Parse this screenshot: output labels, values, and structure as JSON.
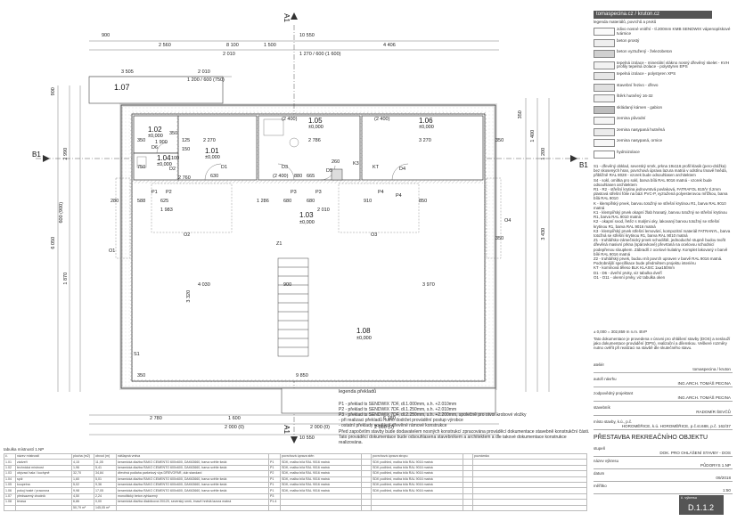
{
  "sidebar": {
    "brand": "tomaspecina.cz / kruton.cz",
    "legend_title": "legenda materiálů, povrchů a prvků",
    "legend": [
      {
        "label": "zdivo nosné vnitřní - tl.200mm KMB SENDWIX vápenopískové tvárnice",
        "color": "#fafafa"
      },
      {
        "label": "beton prostý",
        "color": "#eeeeee"
      },
      {
        "label": "beton vyztužený - železobeton",
        "color": "#d0d0d0"
      },
      {
        "label": "tepelná izolace - minerální vlákno nosný dřevěný skelet - KVH profily tepelná izolace - polystyren EPS",
        "color": "#f2f2f2"
      },
      {
        "label": "tepelná izolace - polystyren XPS",
        "color": "#e6e6e6"
      },
      {
        "label": "stavební řezivo - dřevo",
        "color": "#e0e0e0"
      },
      {
        "label": "štěrk hutněný 16-32",
        "color": "#f0f0f0"
      },
      {
        "label": "skládaný kámen - gabion",
        "color": "#bdbdbd"
      },
      {
        "label": "zemina původní",
        "color": "#f5f5f5"
      },
      {
        "label": "zemina nasypaná hutněná",
        "color": "#ebebeb"
      },
      {
        "label": "zemina nasypaná, ornice",
        "color": "#f7f7f7"
      },
      {
        "label": "hydroizolace",
        "color": "#ffffff"
      }
    ],
    "spec_text": "S1 - dřevěný obklad, severský smrk, prkna 19x116 profil klasik (pero-drážka) bez skosených hran, povrchová úprava lazura matná v odstínu tmavě hnědá, přibližně RAL 8028 - vzorek bude odsouhlasen architektem\nS4 - sokl, omítka pro sokl, barva bílá RAL 9016 matná - vzorek bude odsouhlasen architektem\nR1 - R2 - střešní krytina jednovrstvá povlaková, FATRAFOL 810/V tl.2mm plastová střešní fólie na bázi PVC-P, vyztužená polyesterovou mřížkou, barva bílá RAL 9010\nK - klempířský prvek, barvou totožný se střešní krytinou R1, barva RAL 9010 matná\nK1 - klempířský prvek okapní žlab hranatý, barvou totožný se střešní krytinou R1, barva RAL 9010 matná\nK2 - okapní svod, řetěz s malými oky, lakovaný barvou totožný se střešní krytinou R1, barva RAL 9016 matná\nK3 - klempířský prvek střešní lemování, kompozitní materiál FATRANYL, barva totožná se střešní krytinou R1, barva RAL 9010 matná\nZ1 - truhlářsko-zámečnický prvek schodiště, jednoduché stupně budou tvořit dřevěná masivní prkna (spárovkové) převrtaná na ocelovou schodnicí podepřenou sloupkem. Zábradlí z ocelové kulatiny. Komplet lakovaný v barvě bílé RAL 9016 matná\nZ2 - truhlářský prvek, budou mít povrch upraven v barvě RAL 9016 matná. Podrobnější specifikace bude předmětem projektu interiéru\nKT - komínová těleso BLK KLASIC 1x⌀150mm\nD1 - D6 - dveřní prvky, viz tabulka dveří\nO1 - O11 - okenní prvky, viz tabulka oken",
    "bpv_note": "± 0,000 = 302,859 m n.m. BVP",
    "doc_note": "Tato dokumentace je provedena v úrovni pro ohlášení stavby (DOS) a neslouží jako dokumentace provádění (DPS), realizační a dílenskou. Veškeré rozměry nutno ověřit při realizaci na stavbě dle skutečného stavu.",
    "info": [
      {
        "label": "ateliér",
        "value": "tomaspecina / kruton"
      },
      {
        "label": "autoři návrhu",
        "value": "ING.ARCH. TOMÁŠ PECINA"
      },
      {
        "label": "zodpovědný projektant",
        "value": "ING.ARCH. TOMÁŠ PECINA"
      },
      {
        "label": "stavebník",
        "value": "RADOMÍR ŠEVČŮ"
      },
      {
        "label": "místo stavby, k.ú., p.č.",
        "value": "HOROMĚŘICE, k.ú. HOROMĚŘICE, p.č.st.688, p.č. 162/37"
      }
    ],
    "project_title": "PŘESTAVBA REKREAČNÍHO OBJEKTU",
    "info2": [
      {
        "label": "stupeň",
        "value": "DOK. PRO OHLÁŠENÍ STAVBY - DOS"
      },
      {
        "label": "název výkresu",
        "value": "PŮDORYS 1.NP"
      },
      {
        "label": "datum",
        "value": "09/2018"
      },
      {
        "label": "měřítko",
        "value": "1:50"
      }
    ],
    "part_label": "č. výkresu",
    "drawing_no": "D.1.1.2"
  },
  "plan": {
    "section_a": "A1",
    "section_b": "B1",
    "rooms": [
      {
        "id": "1.07",
        "el": ""
      },
      {
        "id": "1.02",
        "el": "±0,000"
      },
      {
        "id": "1.05",
        "el": "±0,000"
      },
      {
        "id": "1.06",
        "el": "±0,000"
      },
      {
        "id": "1.01",
        "el": "±0,000"
      },
      {
        "id": "1.04",
        "el": "±0,000"
      },
      {
        "id": "1.03",
        "el": "±0,000"
      },
      {
        "id": "1.08",
        "el": "±0,000"
      }
    ],
    "dims_top": [
      "900",
      "10 550",
      "2 560",
      "8 100",
      "1 500",
      "4 406",
      "2 010",
      "1 270 / 600 (1 600)",
      "3 505",
      "2 010",
      "1 200 / 600 (750)"
    ],
    "dims_bottom": [
      "2 780",
      "1 600",
      "6 180",
      "2 000 (0)",
      "2 000 (0)",
      "2 060 (0)",
      "10 550"
    ],
    "dims_left": [
      "900",
      "2 990",
      "6 050",
      "1 870",
      "600 (900)"
    ],
    "dims_right": [
      "350",
      "1 400",
      "1 200",
      "350",
      "350",
      "3 970",
      "3 430"
    ],
    "dims_inner": [
      "350",
      "1 900",
      "350",
      "2 270",
      "2 786",
      "3 270",
      "125",
      "150",
      "750",
      "100",
      "630",
      "2 760",
      "1 286",
      "280",
      "588",
      "625",
      "1 983",
      "680",
      "680",
      "910",
      "850",
      "2 010",
      "4 030",
      "3 320",
      "9 850",
      "900",
      "350",
      "880",
      "665",
      "260",
      "(2 400)",
      "(2 400)",
      "(2 400)"
    ],
    "labels": [
      "P1",
      "P2",
      "P3",
      "P3",
      "P4",
      "P4",
      "Z1",
      "K3",
      "KT",
      "S1",
      "O1",
      "O2",
      "O3",
      "O4",
      "D1",
      "D2",
      "D3",
      "D4",
      "D5",
      "D6"
    ]
  },
  "floor_legend": {
    "title": "legenda překladů",
    "items": [
      "P1 - překlad ts SENDWIX 7DF, dl.1.000mm, s.h. +2.010mm",
      "P2 - překlad ts SENDWIX 7DF, dl.1.250mm, s.h. +2.010mm",
      "P3 - překlad ts SENDWIX 7DF, dl.2.250mm, s.h. +2.200mm, společně pro otvor krobové vložky",
      "- při realizaci překladů nutno dodržet provádění postup výrobce",
      "- ostatní překlady součástí dřevěné rámové konstrukce"
    ],
    "note": "Před započetím stavby bude dodavatelem nosných konstrukcí zpracována prováděcí dokumentace stavebně konstrukční části. Tato prováděcí dokumentace bude odsouhlasena stavebníkem a architektem a dle takové dokumentace konstrukce realizována."
  },
  "table": {
    "title": "tabulka místností 1.NP",
    "headers": [
      "č.",
      "název místnosti",
      "plocha (m2)",
      "obvod (m)",
      "nášlapná vrstva",
      "",
      "povrchová úprava stěn",
      "",
      "povrchová úprava stropu",
      "",
      "poznámka"
    ],
    "rows": [
      [
        "1.01",
        "zádveří",
        "4,15",
        "11,05",
        "keramická dlažba RAKO CEMENTO 600x600, DAK63660, barva světle šedá",
        "P1",
        "SDK, malba bílá RAL 9016 matná",
        "",
        "SDK podhled, malba bílá RAL 9016 matná",
        "",
        ""
      ],
      [
        "1.02",
        "technická místnost",
        "1,96",
        "5,41",
        "keramická dlažba RAKO CEMENTO 600x600, DAK63660, barva světle šedá",
        "P1",
        "SDK, malba bílá RAL 9016 matná",
        "",
        "SDK podhled, malba bílá RAL 9016 matná",
        "",
        ""
      ],
      [
        "1.03",
        "obývací hala / kuchyně",
        "32,70",
        "34,84",
        "dřevěná podlaha parketový vlys DŘEVOPAR, dub standard",
        "P2",
        "SDK, malba bílá RAL 9016 matná",
        "",
        "SDK podhled, malba bílá RAL 9016 matná",
        "",
        ""
      ],
      [
        "1.04",
        "spíž",
        "1,60",
        "5,01",
        "keramická dlažba RAKO CEMENTO 600x600, DAK63660, barva světle šedá",
        "P1",
        "SDK, malba bílá RAL 9016 matná",
        "",
        "SDK podhled, malba bílá RAL 9016 matná",
        "",
        ""
      ],
      [
        "1.05",
        "koupelna",
        "5,02",
        "9,36",
        "keramická dlažba RAKO CEMENTO 600x600, DAK63660, barva světle šedá",
        "P1",
        "SDK, malba bílá RAL 9016 matná",
        "",
        "SDK podhled, malba bílá RAL 9016 matná",
        "",
        ""
      ],
      [
        "1.06",
        "pokoj hosté / pracovna",
        "9,98",
        "17,05",
        "keramická dlažba RAKO CEMENTO 600x600, DAK63660, barva světle šedá",
        "P1",
        "SDK, malba bílá RAL 9016 matná",
        "",
        "SDK podhled, malba bílá RAL 9016 matná",
        "",
        ""
      ],
      [
        "1.07",
        "předsazený chodník",
        "4,50",
        "2,24",
        "monolitický beton vyhlazený",
        "P3",
        "",
        "",
        "",
        "",
        ""
      ],
      [
        "1.08",
        "terasa",
        "6,86",
        "0,00",
        "keramická dlažba dlaždicová 20/120, severský smrk, lmavě hnědá lazura matná",
        "P1.4",
        "",
        "",
        "",
        "",
        ""
      ],
      [
        "",
        "",
        "50,79 m²",
        "145,05 m²",
        "",
        "",
        "",
        "",
        "",
        "",
        ""
      ]
    ]
  }
}
